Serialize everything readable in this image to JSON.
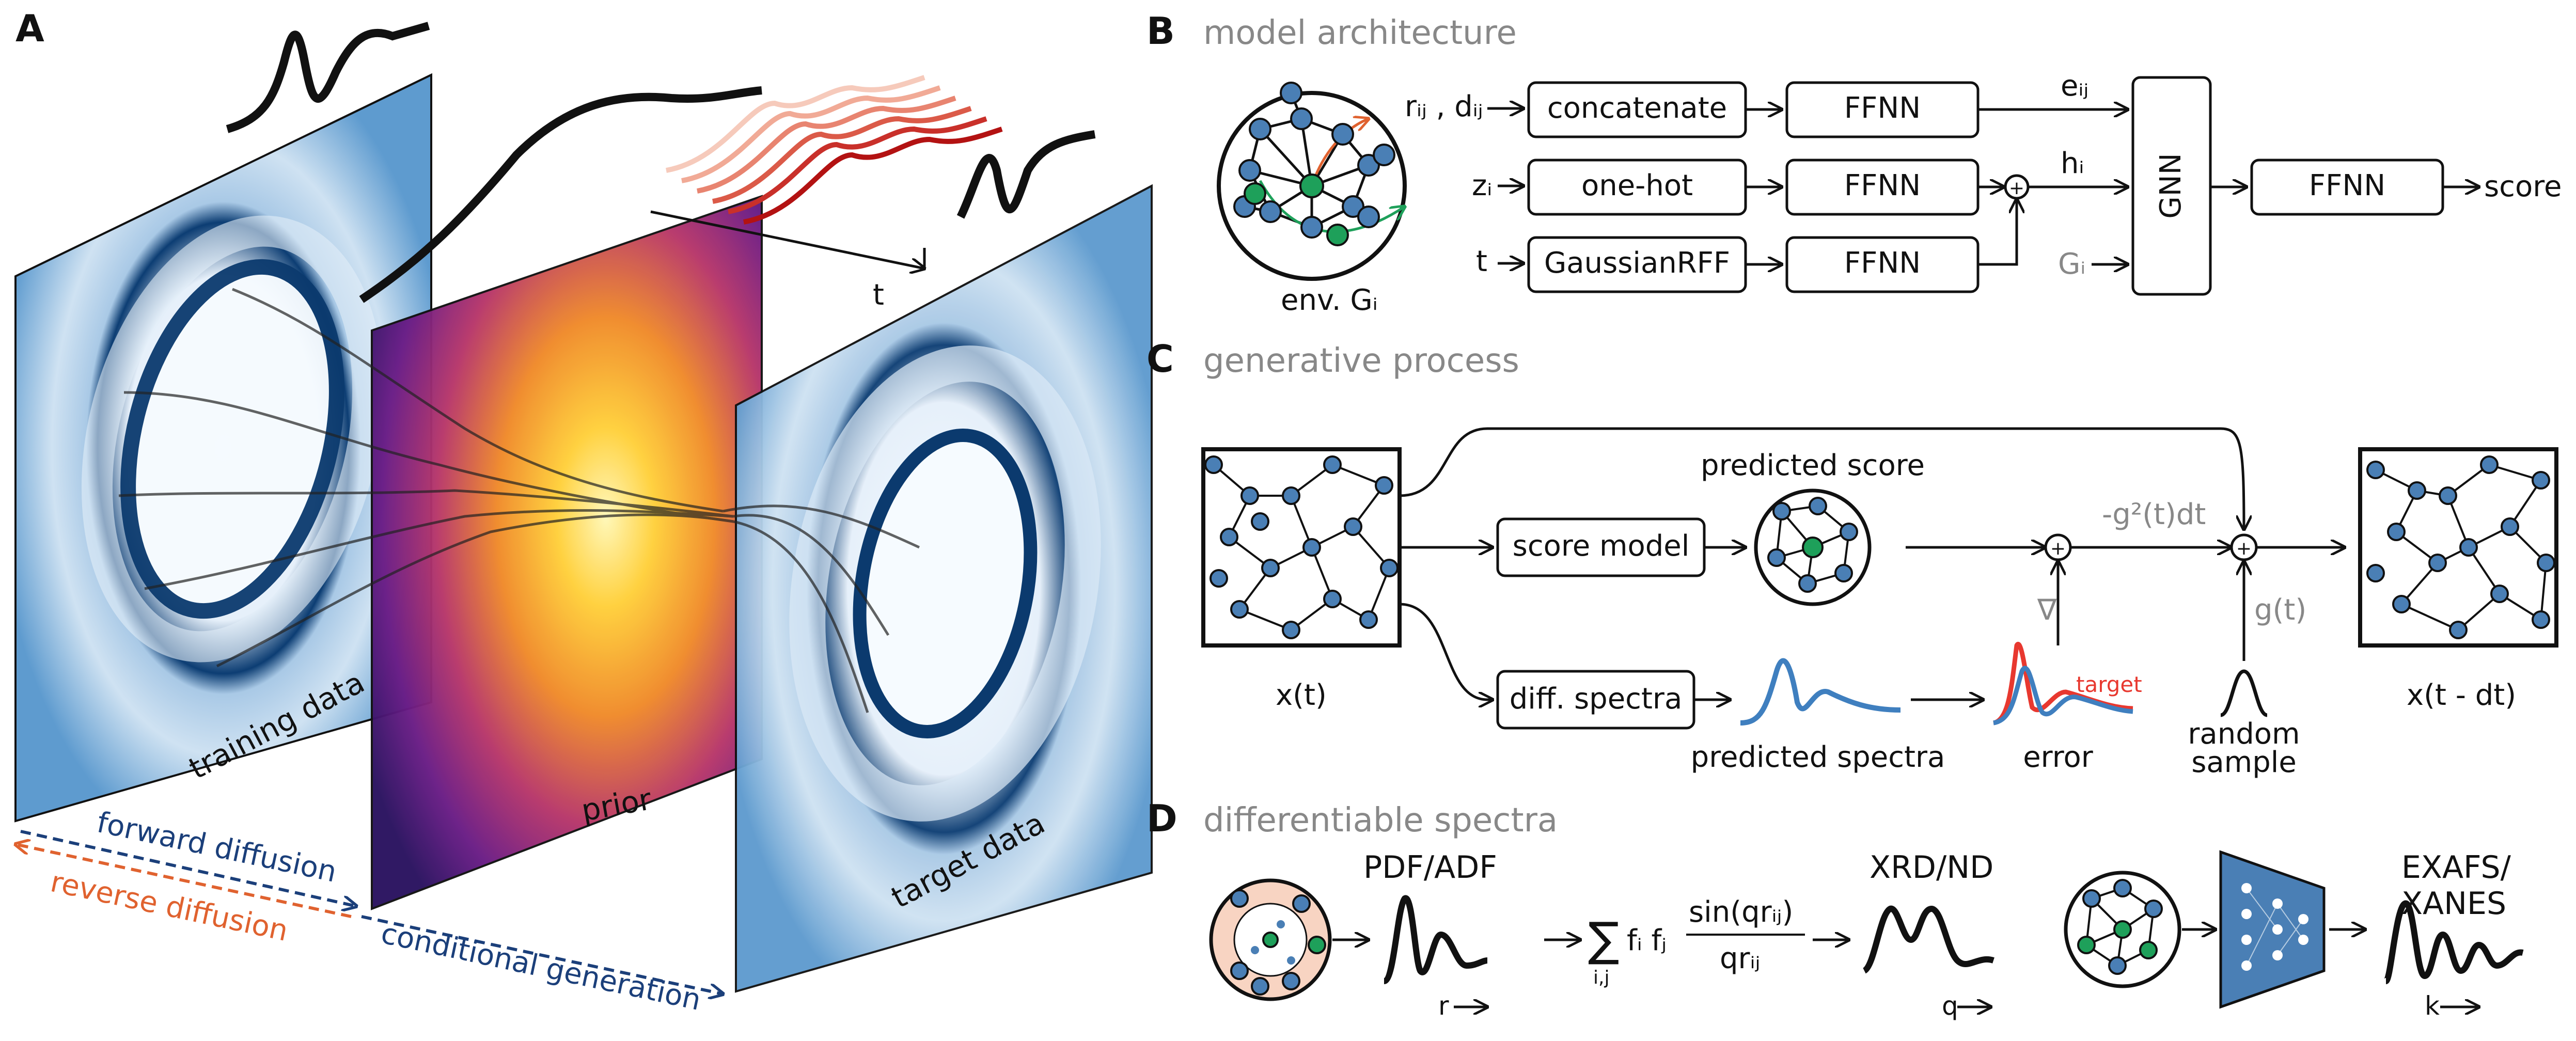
{
  "panel_a": {
    "label": "A",
    "training": "training data",
    "prior": "prior",
    "target": "target data",
    "forward": "forward diffusion",
    "reverse": "reverse diffusion",
    "conditional": "conditional generation",
    "t_axis": "t"
  },
  "panel_b": {
    "label": "B",
    "title": "model architecture",
    "inputs": [
      "rᵢⱼ , dᵢⱼ",
      "zᵢ",
      "t"
    ],
    "first_boxes": [
      "concatenate",
      "one-hot",
      "GaussianRFF"
    ],
    "ffnn": "FFNN",
    "eij": "eᵢⱼ",
    "hi": "hᵢ",
    "gi": "Gᵢ",
    "gnn": "GNN",
    "score": "score",
    "env": "env. Gᵢ"
  },
  "panel_c": {
    "label": "C",
    "title": "generative process",
    "xt": "x(t)",
    "score_model": "score model",
    "predicted_score": "predicted score",
    "diff_spectra": "diff. spectra",
    "predicted_spectra": "predicted spectra",
    "error": "error",
    "target": "target",
    "nabla": "∇",
    "g2": "-g²(t)dt",
    "gt": "g(t)",
    "random_sample": [
      "random",
      "sample"
    ],
    "xtdt": "x(t - dt)"
  },
  "panel_d": {
    "label": "D",
    "title": "differentiable spectra",
    "pdf": "PDF/ADF",
    "r_axis": "r",
    "sum_sym": "∑",
    "sum_idx": "i,j",
    "f_terms": "fᵢ fⱼ",
    "numerator": "sin(qrᵢⱼ)",
    "denominator": "qrᵢⱼ",
    "xrd": "XRD/ND",
    "q_axis": "q",
    "exafs": [
      "EXAFS/",
      "XANES"
    ],
    "k_axis": "k"
  }
}
